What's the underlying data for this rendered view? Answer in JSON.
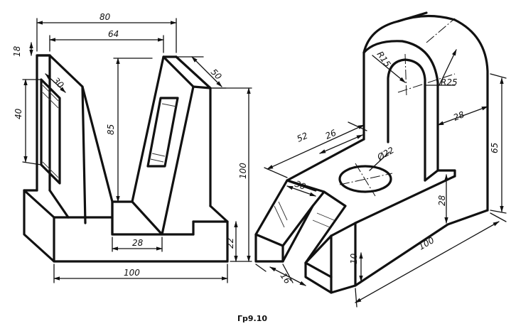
{
  "caption": "Гр9.10",
  "left_part": {
    "dimensions": {
      "overall_top_width": "80",
      "slot_top_width": "64",
      "rib_depth": "50",
      "upper_step_height": "18",
      "window_width": "30",
      "window_height": "40",
      "slot_depth": "85",
      "overall_height": "100",
      "slot_bottom_width": "28",
      "base_height": "22",
      "base_length": "100"
    }
  },
  "right_part": {
    "dimensions": {
      "slot_radius": "R15",
      "arch_radius": "R25",
      "upright_thickness": "28",
      "overall_height": "65",
      "hole_offset_x": "52",
      "hole_offset_y": "26",
      "hole_diameter": "Ø22",
      "lug_width": "30",
      "base_height": "28",
      "base_length": "100",
      "step_height": "10",
      "lug_thickness": "16"
    }
  }
}
